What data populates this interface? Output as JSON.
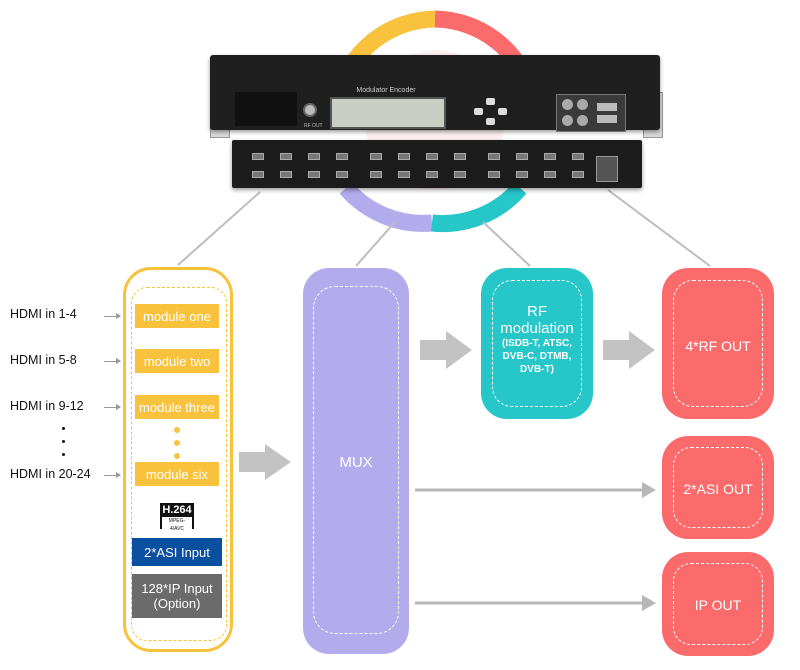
{
  "device": {
    "display_title": "Modulator Encoder",
    "rf_out_label": "RF OUT"
  },
  "inputs": {
    "hdmi_labels": [
      "HDMI in 1-4",
      "HDMI in 5-8",
      "HDMI in 9-12",
      "HDMI in 20-24"
    ]
  },
  "modules": [
    "module one",
    "module two",
    "module three",
    "module six"
  ],
  "codec": {
    "title": "H.264",
    "subtitle": "MPEG-4/AVC"
  },
  "asi_input": "2*ASI Input",
  "ip_input": {
    "line1": "128*IP Input",
    "line2": "(Option)"
  },
  "mux_label": "MUX",
  "rf_modulation": {
    "title_line1": "RF",
    "title_line2": "modulation",
    "detail_lines": [
      "(ISDB-T,  ATSC,",
      "DVB-C, DTMB,",
      "DVB-T)"
    ]
  },
  "outputs": [
    "4*RF OUT",
    "2*ASI OUT",
    "IP OUT"
  ],
  "colors": {
    "yellow": "#f9c23c",
    "purple": "#b3acec",
    "teal": "#26c6c9",
    "red": "#fb6b6b",
    "asi_blue": "#0b4fa1",
    "ip_gray": "#6b6b6b"
  }
}
